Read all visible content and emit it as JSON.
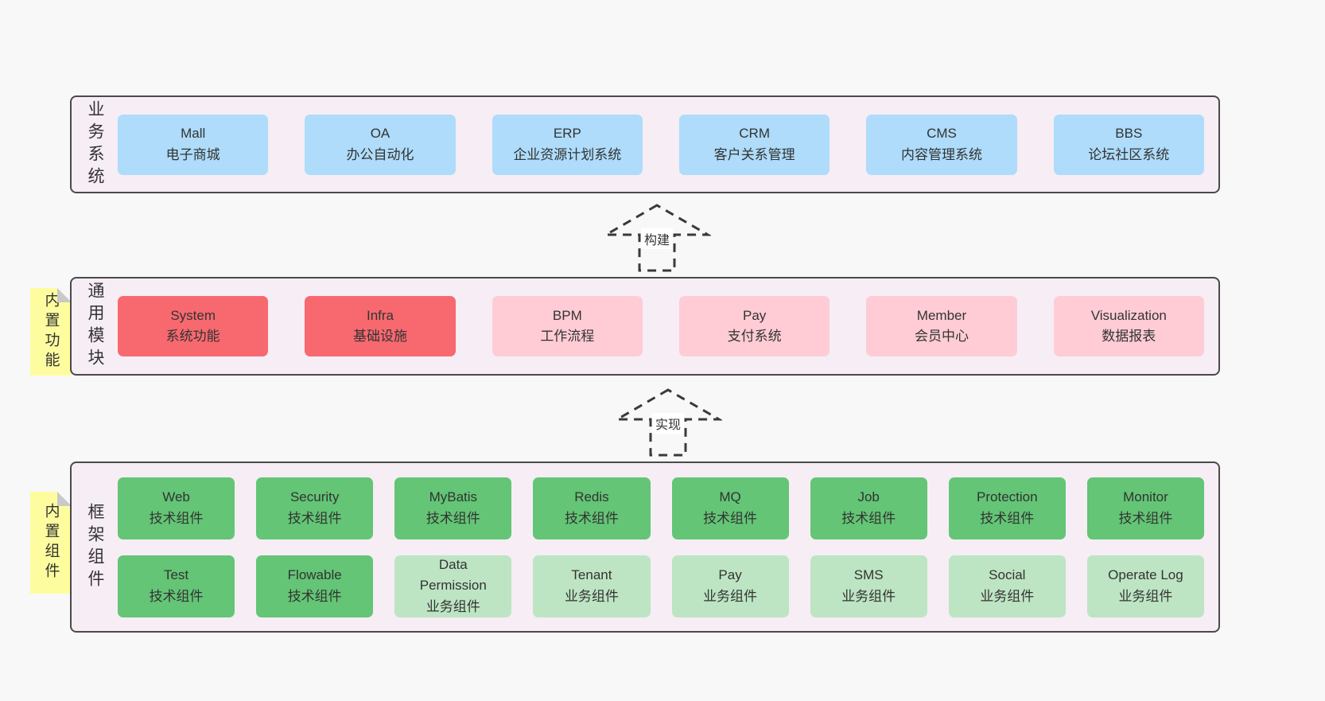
{
  "colors": {
    "blue": "#aedcfa",
    "red": "#f7696f",
    "pink": "#ffccd5",
    "green": "#63c575",
    "lightGreen": "#bde5c3",
    "layerBg": "#f6edf5",
    "layerBorder": "#4a4a4a",
    "stickyBg": "#fdfd9f",
    "stickyFold": "#c9c9c9",
    "pageBg": "#f8f8f8",
    "text": "#333333"
  },
  "arrows": [
    {
      "label": "构建"
    },
    {
      "label": "实现"
    }
  ],
  "layers": [
    {
      "label": "业务系统",
      "boxes": [
        {
          "title": "Mall",
          "subtitle": "电子商城",
          "variant": "blue"
        },
        {
          "title": "OA",
          "subtitle": "办公自动化",
          "variant": "blue"
        },
        {
          "title": "ERP",
          "subtitle": "企业资源计划系统",
          "variant": "blue"
        },
        {
          "title": "CRM",
          "subtitle": "客户关系管理",
          "variant": "blue"
        },
        {
          "title": "CMS",
          "subtitle": "内容管理系统",
          "variant": "blue"
        },
        {
          "title": "BBS",
          "subtitle": "论坛社区系统",
          "variant": "blue"
        }
      ]
    },
    {
      "label": "通用模块",
      "sticky": "内置功能",
      "boxes": [
        {
          "title": "System",
          "subtitle": "系统功能",
          "variant": "red"
        },
        {
          "title": "Infra",
          "subtitle": "基础设施",
          "variant": "red"
        },
        {
          "title": "BPM",
          "subtitle": "工作流程",
          "variant": "pink"
        },
        {
          "title": "Pay",
          "subtitle": "支付系统",
          "variant": "pink"
        },
        {
          "title": "Member",
          "subtitle": "会员中心",
          "variant": "pink"
        },
        {
          "title": "Visualization",
          "subtitle": "数据报表",
          "variant": "pink"
        }
      ]
    },
    {
      "label": "框架组件",
      "sticky": "内置组件",
      "rows": [
        [
          {
            "title": "Web",
            "subtitle": "技术组件",
            "variant": "green"
          },
          {
            "title": "Security",
            "subtitle": "技术组件",
            "variant": "green"
          },
          {
            "title": "MyBatis",
            "subtitle": "技术组件",
            "variant": "green"
          },
          {
            "title": "Redis",
            "subtitle": "技术组件",
            "variant": "green"
          },
          {
            "title": "MQ",
            "subtitle": "技术组件",
            "variant": "green"
          },
          {
            "title": "Job",
            "subtitle": "技术组件",
            "variant": "green"
          },
          {
            "title": "Protection",
            "subtitle": "技术组件",
            "variant": "green"
          },
          {
            "title": "Monitor",
            "subtitle": "技术组件",
            "variant": "green"
          }
        ],
        [
          {
            "title": "Test",
            "subtitle": "技术组件",
            "variant": "green"
          },
          {
            "title": "Flowable",
            "subtitle": "技术组件",
            "variant": "green"
          },
          {
            "title": "Data Permission",
            "subtitle": "业务组件",
            "variant": "lightGreen"
          },
          {
            "title": "Tenant",
            "subtitle": "业务组件",
            "variant": "lightGreen"
          },
          {
            "title": "Pay",
            "subtitle": "业务组件",
            "variant": "lightGreen"
          },
          {
            "title": "SMS",
            "subtitle": "业务组件",
            "variant": "lightGreen"
          },
          {
            "title": "Social",
            "subtitle": "业务组件",
            "variant": "lightGreen"
          },
          {
            "title": "Operate Log",
            "subtitle": "业务组件",
            "variant": "lightGreen"
          }
        ]
      ]
    }
  ]
}
